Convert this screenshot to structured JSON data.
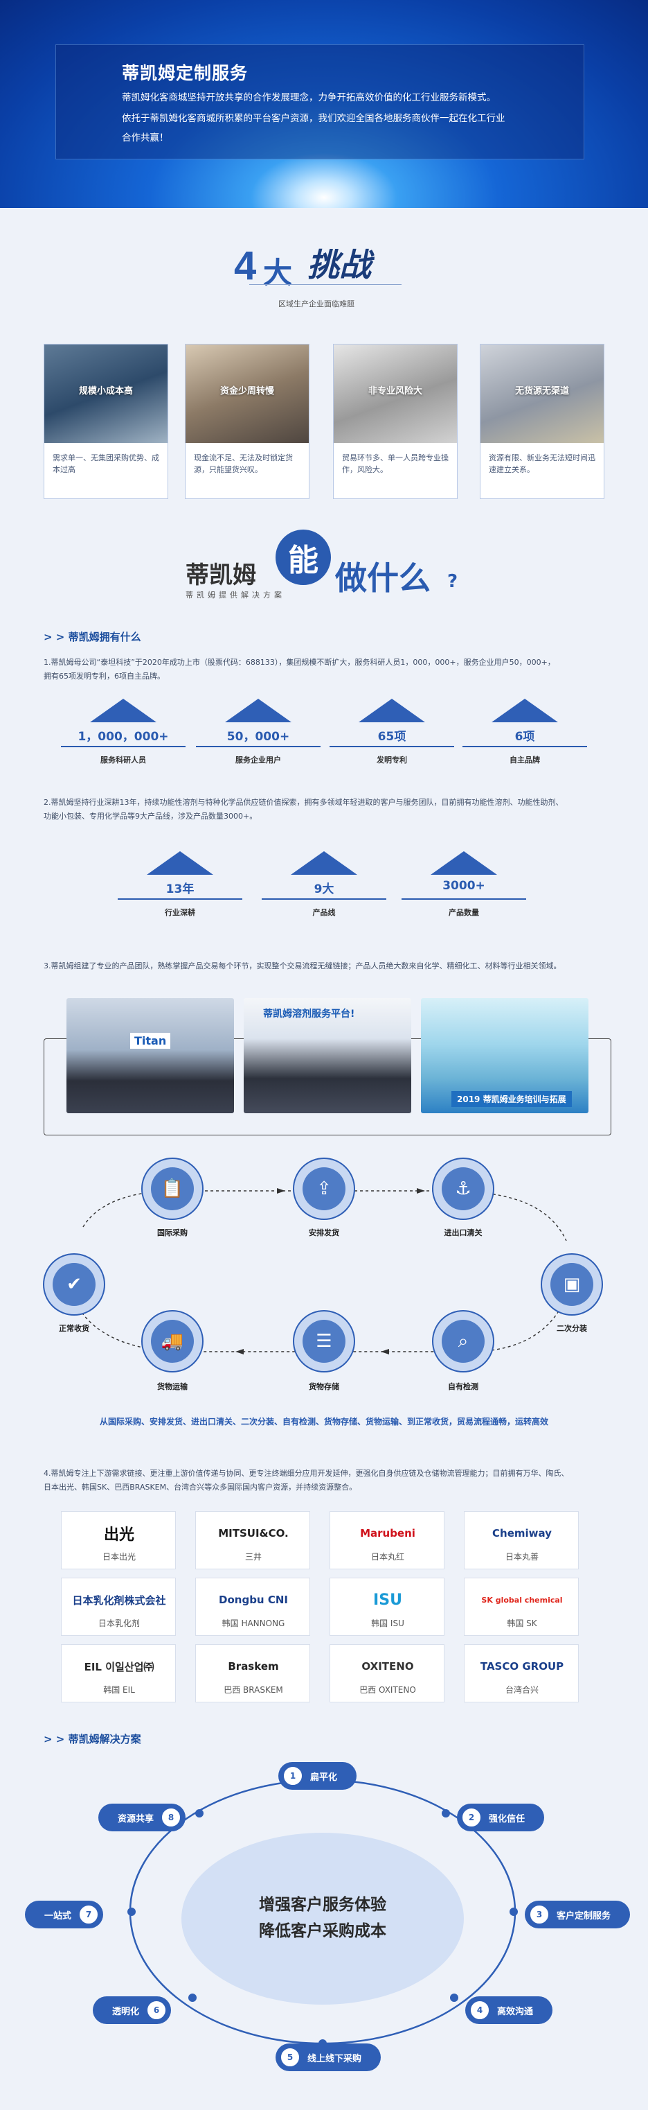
{
  "hero": {
    "title": "蒂凯姆定制服务",
    "line1": "蒂凯姆化客商城坚持开放共享的合作发展理念，力争开拓高效价值的化工行业服务新模式。",
    "line2": "依托于蒂凯姆化客商城所积累的平台客户资源，我们欢迎全国各地服务商伙伴一起在化工行业",
    "line3": "合作共赢！"
  },
  "challenges": {
    "num": "4",
    "word1": "大",
    "word2": "挑战",
    "subtitle": "区域生产企业面临难题",
    "cards": [
      {
        "label": "规模小成本高",
        "desc": "需求单一、无集团采购优势、成本过高"
      },
      {
        "label": "资金少周转慢",
        "desc": "现金流不足、无法及时锁定货源，只能望货兴叹。"
      },
      {
        "label": "非专业风险大",
        "desc": "贸易环节多、单一人员跨专业操作，风险大。"
      },
      {
        "label": "无货源无渠道",
        "desc": "资源有限、新业务无法短时间迅速建立关系。"
      }
    ]
  },
  "what": {
    "brand": "蒂凯姆",
    "neng": "能",
    "do": "做什么",
    "q": "?",
    "sub": "蒂凯姆提供解决方案"
  },
  "has": {
    "heading": "> > 蒂凯姆拥有什么",
    "p1a": "1.蒂凯姆母公司“泰坦科技”于2020年成功上市（股票代码：688133），集团规模不断扩大，服务科研人员1，000，000+，服务企业用户50，000+，",
    "p1b": "拥有65项发明专利，6项自主品牌。",
    "stats1": [
      {
        "value": "1，000，000+",
        "label": "服务科研人员"
      },
      {
        "value": "50，000+",
        "label": "服务企业用户"
      },
      {
        "value": "65项",
        "label": "发明专利"
      },
      {
        "value": "6项",
        "label": "自主品牌"
      }
    ],
    "p2a": "2.蒂凯姆坚持行业深耕13年，持续功能性溶剂与特种化学品供应链价值探索，拥有多领域年轻进取的客户与服务团队，目前拥有功能性溶剂、功能性助剂、",
    "p2b": "功能小包装、专用化学品等9大产品线，涉及产品数量3000+。",
    "stats2": [
      {
        "value": "13年",
        "label": "行业深耕"
      },
      {
        "value": "9大",
        "label": "产品线"
      },
      {
        "value": "3000+",
        "label": "产品数量"
      }
    ],
    "p3": "3.蒂凯姆组建了专业的产品团队，熟练掌握产品交易每个环节，实现整个交易流程无缝链接；产品人员绝大数来自化学、精细化工、材料等行业相关领域。",
    "photos": [
      {
        "text": "Titan"
      },
      {
        "text": "蒂凯姆溶剂服务平台!"
      },
      {
        "text": "2019 蒂凯姆业务培训与拓展"
      }
    ]
  },
  "flow": {
    "nodes": [
      {
        "label": "国际采购",
        "icon": "clipboard-icon",
        "glyph": "📋"
      },
      {
        "label": "安排发货",
        "icon": "box-upload-icon",
        "glyph": "⇪"
      },
      {
        "label": "进出口清关",
        "icon": "customs-icon",
        "glyph": "⚓"
      },
      {
        "label": "二次分装",
        "icon": "repack-icon",
        "glyph": "▣"
      },
      {
        "label": "自有检测",
        "icon": "inspect-icon",
        "glyph": "⌕"
      },
      {
        "label": "货物存储",
        "icon": "storage-icon",
        "glyph": "☰"
      },
      {
        "label": "货物运输",
        "icon": "truck-icon",
        "glyph": "🚚"
      },
      {
        "label": "正常收货",
        "icon": "receive-icon",
        "glyph": "✔"
      }
    ],
    "caption": "从国际采购、安排发货、进出口清关、二次分装、自有检测、货物存储、货物运输、到正常收货，贸易流程通畅，运转高效"
  },
  "partners": {
    "p4a": "4.蒂凯姆专注上下游需求链接、更注重上游价值传递与协同、更专注终端细分应用开发延伸，更强化自身供应链及仓储物流管理能力；目前拥有万华、陶氏、",
    "p4b": "日本出光、韩国SK、巴西BRASKEM、台湾合兴等众多国际国内客户资源，并持续资源整合。",
    "logos": [
      {
        "mark": "出光",
        "name": "日本出光",
        "color": "#111111"
      },
      {
        "mark": "MITSUI&CO.",
        "name": "三井",
        "color": "#222222"
      },
      {
        "mark": "Marubeni",
        "name": "日本丸红",
        "color": "#d0121b"
      },
      {
        "mark": "Chemiway",
        "name": "日本丸善",
        "color": "#1a3f8a"
      },
      {
        "mark": "日本乳化剤株式会社",
        "name": "日本乳化剂",
        "color": "#1a3f8a"
      },
      {
        "mark": "Dongbu CNI",
        "name": "韩国 HANNONG",
        "color": "#1a3f8a"
      },
      {
        "mark": "ISU",
        "name": "韩国 ISU",
        "color": "#1a9ad6"
      },
      {
        "mark": "SK global chemical",
        "name": "韩国 SK",
        "color": "#e0281e"
      },
      {
        "mark": "EIL 이일산업㈜",
        "name": "韩国 EIL",
        "color": "#2a2a2a"
      },
      {
        "mark": "Braskem",
        "name": "巴西 BRASKEM",
        "color": "#222222"
      },
      {
        "mark": "OXITENO",
        "name": "巴西 OXITENO",
        "color": "#333333"
      },
      {
        "mark": "TASCO GROUP",
        "name": "台湾合兴",
        "color": "#1a3f8a"
      }
    ]
  },
  "solution": {
    "heading": "> > 蒂凯姆解决方案",
    "center1": "增强客户服务体验",
    "center2": "降低客户采购成本",
    "items": [
      {
        "num": "1",
        "label": "扁平化"
      },
      {
        "num": "2",
        "label": "强化信任"
      },
      {
        "num": "3",
        "label": "客户定制服务"
      },
      {
        "num": "4",
        "label": "高效沟通"
      },
      {
        "num": "5",
        "label": "线上线下采购"
      },
      {
        "num": "6",
        "label": "透明化"
      },
      {
        "num": "7",
        "label": "一站式"
      },
      {
        "num": "8",
        "label": "资源共享"
      }
    ]
  }
}
